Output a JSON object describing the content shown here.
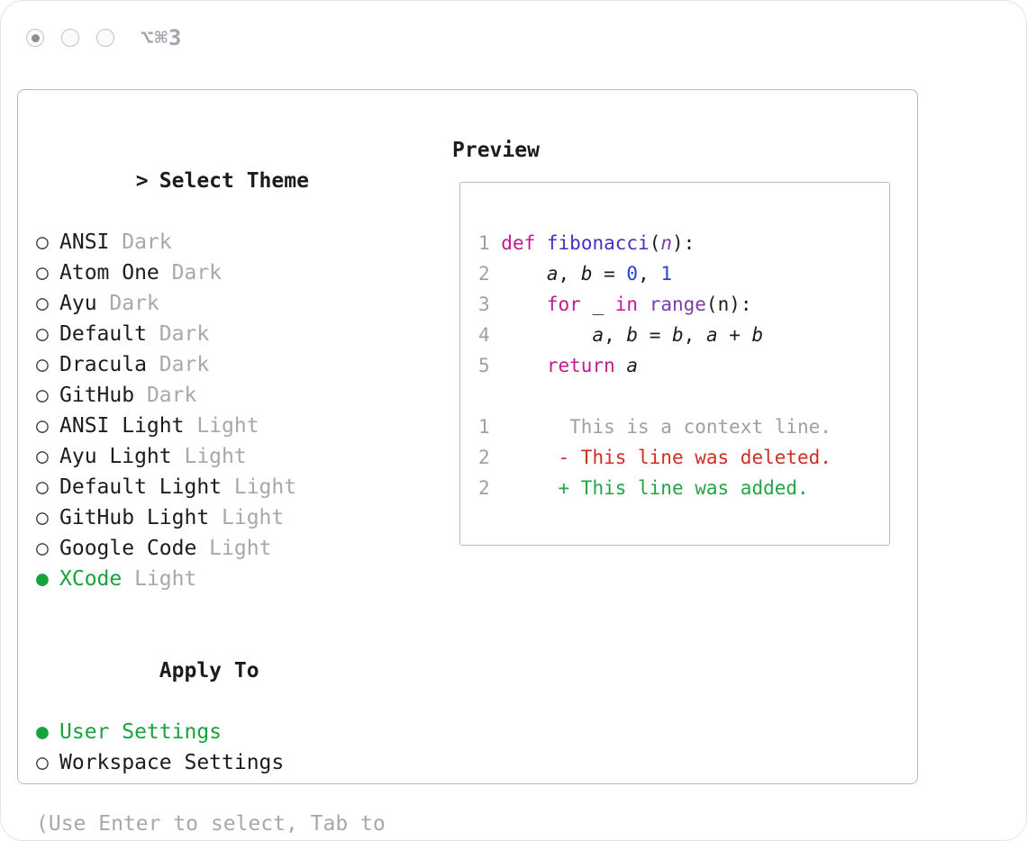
{
  "window": {
    "shortcut_label": "⌥⌘3"
  },
  "colors": {
    "text": "#1c1c1e",
    "muted": "#a6a8aa",
    "bullet": "#3c3c3e",
    "border": "#b4bac0",
    "accent_green": "#17a33c",
    "line_number": "#9ba1a6",
    "keyword": "#c01d8c",
    "function": "#4a2fc0",
    "builtin": "#7e3ab0",
    "number": "#2742d6",
    "diff_context": "#9ba1a6",
    "diff_deleted": "#cc2f24",
    "diff_added": "#22a447"
  },
  "theme_selector": {
    "prompt": ">",
    "title": "Select Theme",
    "unselected_glyph": "○",
    "selected_glyph": "●",
    "items": [
      {
        "name": "ANSI",
        "variant": "Dark",
        "selected": false
      },
      {
        "name": "Atom One",
        "variant": "Dark",
        "selected": false
      },
      {
        "name": "Ayu",
        "variant": "Dark",
        "selected": false
      },
      {
        "name": "Default",
        "variant": "Dark",
        "selected": false
      },
      {
        "name": "Dracula",
        "variant": "Dark",
        "selected": false
      },
      {
        "name": "GitHub",
        "variant": "Dark",
        "selected": false
      },
      {
        "name": "ANSI Light",
        "variant": "Light",
        "selected": false
      },
      {
        "name": "Ayu Light",
        "variant": "Light",
        "selected": false
      },
      {
        "name": "Default Light",
        "variant": "Light",
        "selected": false
      },
      {
        "name": "GitHub Light",
        "variant": "Light",
        "selected": false
      },
      {
        "name": "Google Code",
        "variant": "Light",
        "selected": false
      },
      {
        "name": "XCode",
        "variant": "Light",
        "selected": true
      }
    ]
  },
  "apply_to": {
    "title": "Apply To",
    "options": [
      {
        "label": "User Settings",
        "selected": true
      },
      {
        "label": "Workspace Settings",
        "selected": false
      }
    ]
  },
  "help_text": "(Use Enter to select, Tab to change focus)",
  "preview": {
    "title": "Preview",
    "code_lines": [
      {
        "number": "1",
        "tokens": [
          {
            "text": "def",
            "style": "keyword"
          },
          {
            "text": " ",
            "style": "plain"
          },
          {
            "text": "fibonacci",
            "style": "function"
          },
          {
            "text": "(",
            "style": "plain"
          },
          {
            "text": "n",
            "style": "param"
          },
          {
            "text": "):",
            "style": "plain"
          }
        ]
      },
      {
        "number": "2",
        "tokens": [
          {
            "text": "    ",
            "style": "plain"
          },
          {
            "text": "a",
            "style": "variable"
          },
          {
            "text": ", ",
            "style": "plain"
          },
          {
            "text": "b",
            "style": "variable"
          },
          {
            "text": " = ",
            "style": "plain"
          },
          {
            "text": "0",
            "style": "number"
          },
          {
            "text": ", ",
            "style": "plain"
          },
          {
            "text": "1",
            "style": "number"
          }
        ]
      },
      {
        "number": "3",
        "tokens": [
          {
            "text": "    ",
            "style": "plain"
          },
          {
            "text": "for",
            "style": "keyword"
          },
          {
            "text": " _ ",
            "style": "plain"
          },
          {
            "text": "in",
            "style": "keyword"
          },
          {
            "text": " ",
            "style": "plain"
          },
          {
            "text": "range",
            "style": "builtin"
          },
          {
            "text": "(n):",
            "style": "plain"
          }
        ]
      },
      {
        "number": "4",
        "tokens": [
          {
            "text": "        ",
            "style": "plain"
          },
          {
            "text": "a",
            "style": "variable"
          },
          {
            "text": ", ",
            "style": "plain"
          },
          {
            "text": "b",
            "style": "variable"
          },
          {
            "text": " = ",
            "style": "plain"
          },
          {
            "text": "b",
            "style": "variable"
          },
          {
            "text": ", ",
            "style": "plain"
          },
          {
            "text": "a",
            "style": "variable"
          },
          {
            "text": " + ",
            "style": "plain"
          },
          {
            "text": "b",
            "style": "variable"
          }
        ]
      },
      {
        "number": "5",
        "tokens": [
          {
            "text": "    ",
            "style": "plain"
          },
          {
            "text": "return",
            "style": "keyword"
          },
          {
            "text": " ",
            "style": "plain"
          },
          {
            "text": "a",
            "style": "variable"
          }
        ]
      }
    ],
    "diff_lines": [
      {
        "number": "1",
        "text": "      This is a context line.",
        "style": "context"
      },
      {
        "number": "2",
        "text": "     - This line was deleted.",
        "style": "deleted"
      },
      {
        "number": "2",
        "text": "     + This line was added.",
        "style": "added"
      }
    ]
  }
}
